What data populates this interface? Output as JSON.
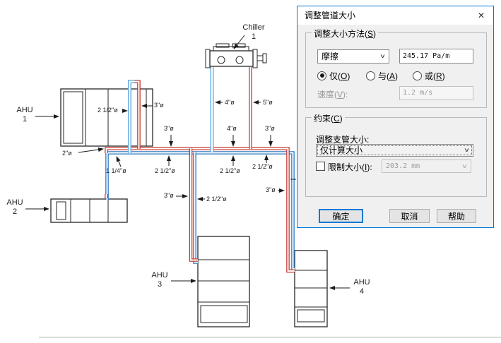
{
  "dialog": {
    "title": "调整管道大小",
    "icons": {
      "close": "✕",
      "chevron": "∨"
    },
    "sizing": {
      "legend": "调整大小方法(S)",
      "method_value": "摩擦",
      "friction_value": "245.17 Pa/m",
      "radios": [
        {
          "label": "仅(O)",
          "selected": true
        },
        {
          "label": "与(A)",
          "selected": false
        },
        {
          "label": "或(R)",
          "selected": false
        }
      ],
      "velocity_label": "速度(V):",
      "velocity_value": "1.2 m/s"
    },
    "constraints": {
      "legend": "约束(C)",
      "branch_label": "调整支管大小:",
      "branch_value": "仅计算大小",
      "restrict_label": "限制大小(I):",
      "restrict_checked": false,
      "restrict_value": "203.2 mm"
    },
    "buttons": [
      {
        "label": "确定",
        "default": true
      },
      {
        "label": "取消",
        "default": false
      },
      {
        "label": "帮助",
        "default": false
      }
    ],
    "accent_color": "#0078d7"
  },
  "diagram": {
    "equipment": [
      {
        "name": "AHU 1",
        "label": "AHU\n1"
      },
      {
        "name": "AHU 2",
        "label": "AHU\n2"
      },
      {
        "name": "AHU 3",
        "label": "AHU\n3"
      },
      {
        "name": "AHU 4",
        "label": "AHU\n4"
      },
      {
        "name": "Chiller 1",
        "label": "Chiller\n1"
      }
    ],
    "pipe_labels": [
      "2 1/2\"ø",
      "3\"ø",
      "2\"ø",
      "1 1/4\"ø",
      "2 1/2\"ø",
      "3\"ø",
      "4\"ø",
      "3\"ø",
      "2 1/2\"ø",
      "2 1/2\"ø",
      "4\"ø",
      "5\"ø",
      "3\"ø",
      "2 1/2\"ø",
      "3\"ø"
    ],
    "colors": {
      "pipe_red": "#c63a31",
      "pipe_blue": "#2b79c2",
      "pipe_light_blue": "#6fb1e0"
    }
  }
}
